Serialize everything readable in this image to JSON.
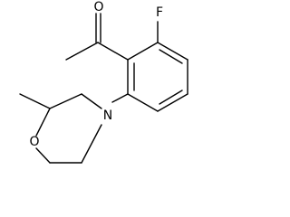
{
  "molecule": {
    "atoms": {
      "fluorine": "F",
      "carbonyl_oxygen": "O",
      "amine_nitrogen": "N",
      "ring_oxygen": "O"
    }
  }
}
